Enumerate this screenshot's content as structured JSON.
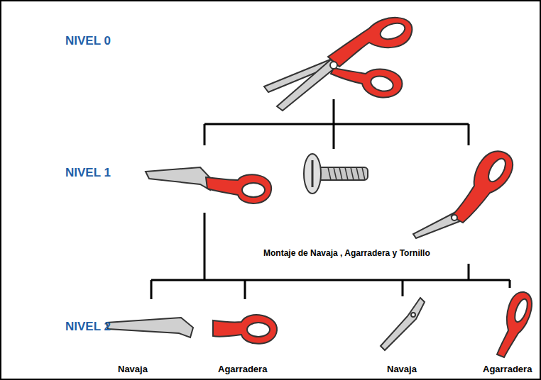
{
  "diagram": {
    "labels": [
      "NIVEL 0",
      "NIVEL 1",
      "NIVEL 2",
      "Montaje de Navaja , Agarradera y Tornillo",
      "Navaja",
      "Agarradera",
      "Navaja",
      "Agarradera"
    ]
  }
}
